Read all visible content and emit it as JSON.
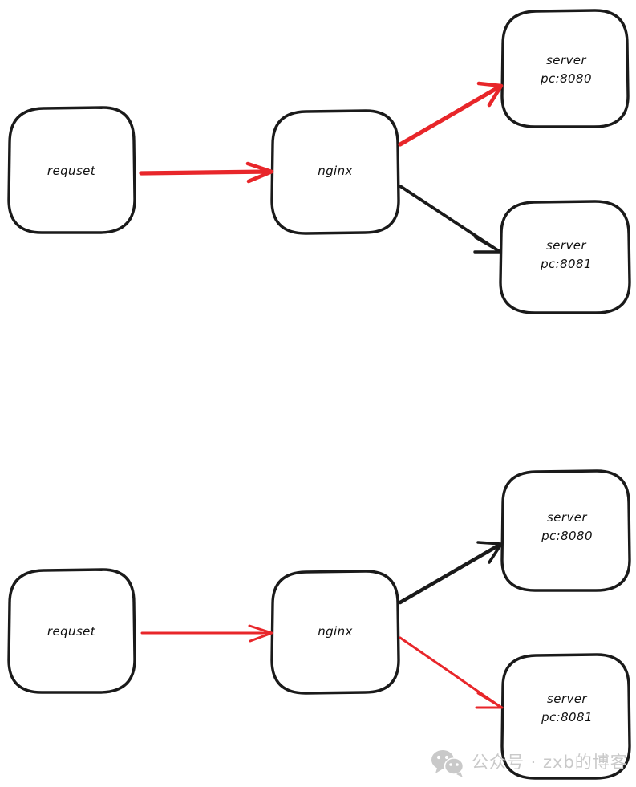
{
  "diagram": {
    "title": "nginx load balancing request routing",
    "colors": {
      "stroke_black": "#1a1a1a",
      "stroke_red": "#e8262a",
      "background": "#ffffff",
      "watermark_gray": "#c9c9c9"
    },
    "panels": [
      {
        "id": "panel-top",
        "nodes": [
          {
            "id": "request",
            "name": "requset-node",
            "lines": [
              "requset"
            ]
          },
          {
            "id": "nginx",
            "name": "nginx-node",
            "lines": [
              "nginx"
            ]
          },
          {
            "id": "server8080",
            "name": "server-8080-node",
            "lines": [
              "server",
              "pc:8080"
            ]
          },
          {
            "id": "server8081",
            "name": "server-8081-node",
            "lines": [
              "server",
              "pc:8081"
            ]
          }
        ],
        "edges": [
          {
            "id": "request-to-nginx",
            "name": "arrow-request-to-nginx",
            "from": "request",
            "to": "nginx",
            "color": "#e8262a",
            "emphasis": "thick"
          },
          {
            "id": "nginx-to-8080",
            "name": "arrow-nginx-to-server-8080",
            "from": "nginx",
            "to": "server8080",
            "color": "#e8262a",
            "emphasis": "thick"
          },
          {
            "id": "nginx-to-8081",
            "name": "arrow-nginx-to-server-8081",
            "from": "nginx",
            "to": "server8081",
            "color": "#1a1a1a",
            "emphasis": "thick"
          }
        ]
      },
      {
        "id": "panel-bottom",
        "nodes": [
          {
            "id": "request",
            "name": "requset-node",
            "lines": [
              "requset"
            ]
          },
          {
            "id": "nginx",
            "name": "nginx-node",
            "lines": [
              "nginx"
            ]
          },
          {
            "id": "server8080",
            "name": "server-8080-node",
            "lines": [
              "server",
              "pc:8080"
            ]
          },
          {
            "id": "server8081",
            "name": "server-8081-node",
            "lines": [
              "server",
              "pc:8081"
            ]
          }
        ],
        "edges": [
          {
            "id": "request-to-nginx",
            "name": "arrow-request-to-nginx",
            "from": "request",
            "to": "nginx",
            "color": "#e8262a",
            "emphasis": "thin"
          },
          {
            "id": "nginx-to-8080",
            "name": "arrow-nginx-to-server-8080",
            "from": "nginx",
            "to": "server8080",
            "color": "#1a1a1a",
            "emphasis": "thick"
          },
          {
            "id": "nginx-to-8081",
            "name": "arrow-nginx-to-server-8081",
            "from": "nginx",
            "to": "server8081",
            "color": "#e8262a",
            "emphasis": "thin"
          }
        ]
      }
    ]
  },
  "labels": {
    "top": {
      "request": "requset",
      "nginx": "nginx",
      "server8080_line1": "server",
      "server8080_line2": "pc:8080",
      "server8081_line1": "server",
      "server8081_line2": "pc:8081"
    },
    "bottom": {
      "request": "requset",
      "nginx": "nginx",
      "server8080_line1": "server",
      "server8080_line2": "pc:8080",
      "server8081_line1": "server",
      "server8081_line2": "pc:8081"
    }
  },
  "watermark": {
    "icon": "wechat-icon",
    "text": "公众号 · zxb的博客"
  }
}
